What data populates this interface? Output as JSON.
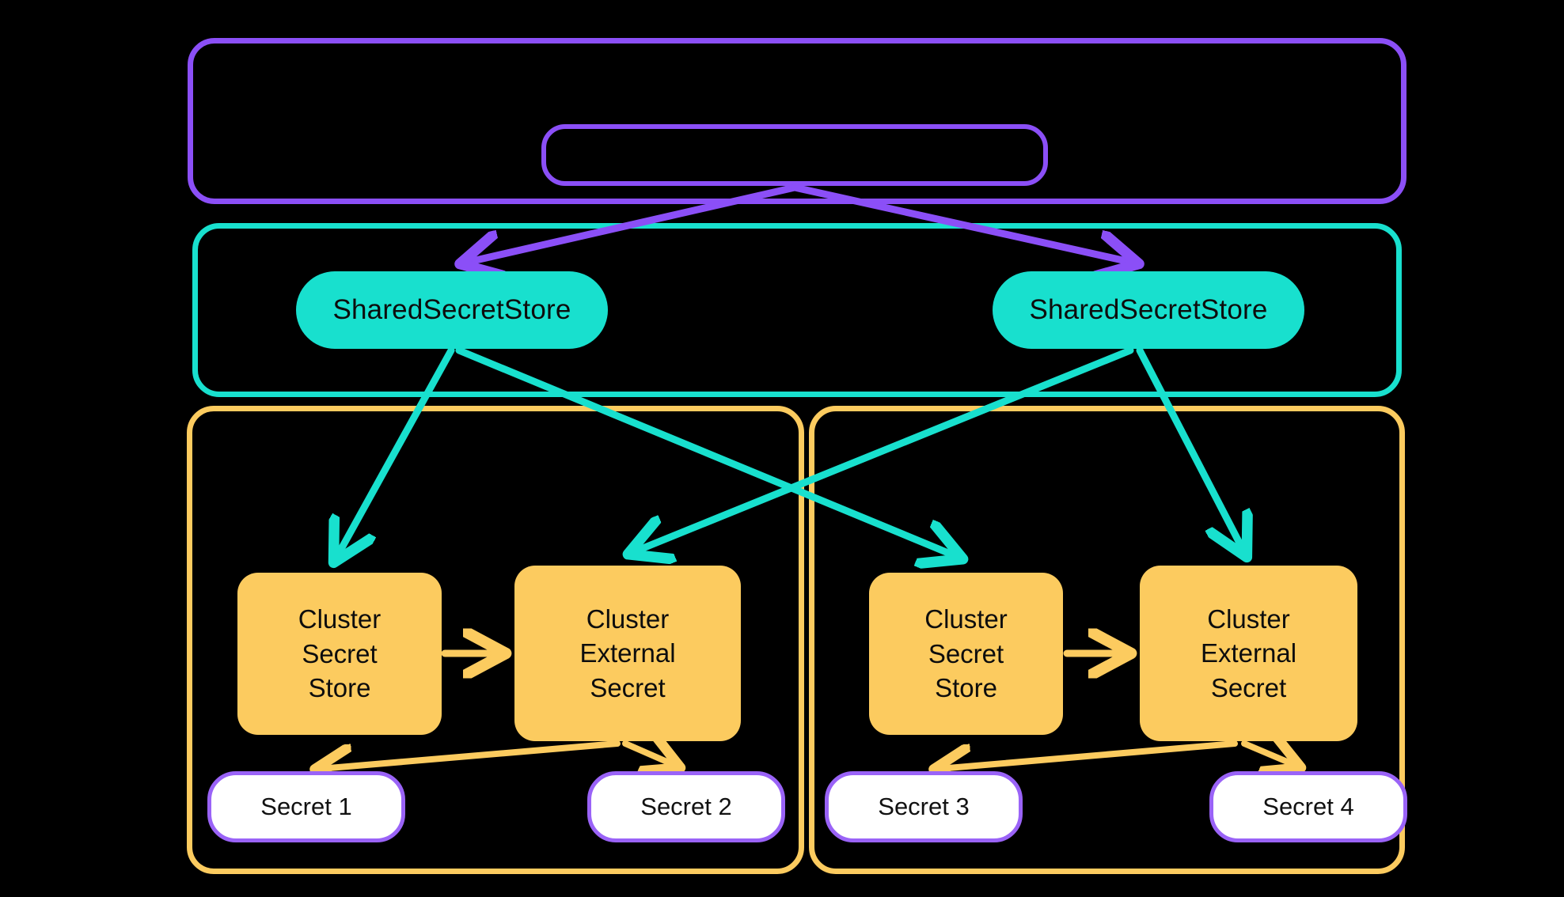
{
  "diagram": {
    "title": "External Secrets Operator shared secret store architecture",
    "background": "#000000",
    "colors": {
      "purple": "#8B4FF7",
      "purple_light": "#9A63F7",
      "teal": "#18E0CE",
      "yellow": "#FCCB5F",
      "white": "#FFFFFF",
      "text": "#0d0d0d"
    },
    "containers": [
      {
        "id": "purple-frame",
        "label": "",
        "border_color": "#8B4FF7"
      },
      {
        "id": "teal-frame",
        "label": "",
        "border_color": "#18E0CE"
      },
      {
        "id": "yellow-frame-left",
        "label": "",
        "border_color": "#FCCB5F"
      },
      {
        "id": "yellow-frame-right",
        "label": "",
        "border_color": "#FCCB5F"
      }
    ],
    "nodes": {
      "purple_capsule": {
        "label": ""
      },
      "shared_store_left": {
        "label": "SharedSecretStore"
      },
      "shared_store_right": {
        "label": "SharedSecretStore"
      },
      "cluster_secret_store_left": {
        "label": "Cluster\nSecret\nStore"
      },
      "cluster_external_secret_left": {
        "label": "Cluster\nExternal\nSecret"
      },
      "cluster_secret_store_right": {
        "label": "Cluster\nSecret\nStore"
      },
      "cluster_external_secret_right": {
        "label": "Cluster\nExternal\nSecret"
      },
      "secret_1": {
        "label": "Secret 1"
      },
      "secret_2": {
        "label": "Secret 2"
      },
      "secret_3": {
        "label": "Secret 3"
      },
      "secret_4": {
        "label": "Secret 4"
      }
    },
    "edges": [
      {
        "from": "purple_capsule",
        "to": "shared_store_left",
        "color": "#8B4FF7"
      },
      {
        "from": "purple_capsule",
        "to": "shared_store_right",
        "color": "#8B4FF7"
      },
      {
        "from": "shared_store_left",
        "to": "cluster_secret_store_left",
        "color": "#18E0CE"
      },
      {
        "from": "shared_store_left",
        "to": "cluster_secret_store_right",
        "color": "#18E0CE"
      },
      {
        "from": "shared_store_right",
        "to": "cluster_external_secret_left",
        "color": "#18E0CE"
      },
      {
        "from": "shared_store_right",
        "to": "cluster_external_secret_right",
        "color": "#18E0CE"
      },
      {
        "from": "cluster_secret_store_left",
        "to": "cluster_external_secret_left",
        "color": "#FCCB5F"
      },
      {
        "from": "cluster_secret_store_right",
        "to": "cluster_external_secret_right",
        "color": "#FCCB5F"
      },
      {
        "from": "cluster_external_secret_left",
        "to": "secret_1",
        "color": "#FCCB5F"
      },
      {
        "from": "cluster_external_secret_left",
        "to": "secret_2",
        "color": "#FCCB5F"
      },
      {
        "from": "cluster_external_secret_right",
        "to": "secret_3",
        "color": "#FCCB5F"
      },
      {
        "from": "cluster_external_secret_right",
        "to": "secret_4",
        "color": "#FCCB5F"
      }
    ]
  }
}
